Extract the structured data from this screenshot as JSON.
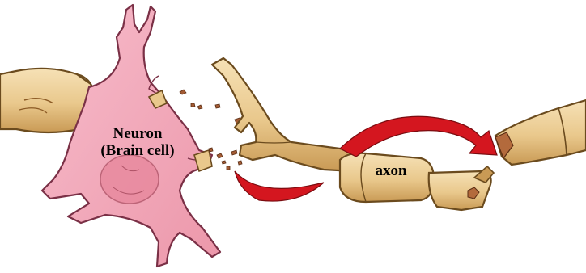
{
  "labels": {
    "neuron_line1": "Neuron",
    "neuron_line2": "(Brain cell)",
    "axon": "axon"
  },
  "colors": {
    "neuron_body": "#f3a7b8",
    "neuron_outline": "#7a3046",
    "axon_segment": "#eecf97",
    "axon_outline": "#6b4b1e",
    "arrow": "#d4161f",
    "debris": "#a35b34"
  }
}
